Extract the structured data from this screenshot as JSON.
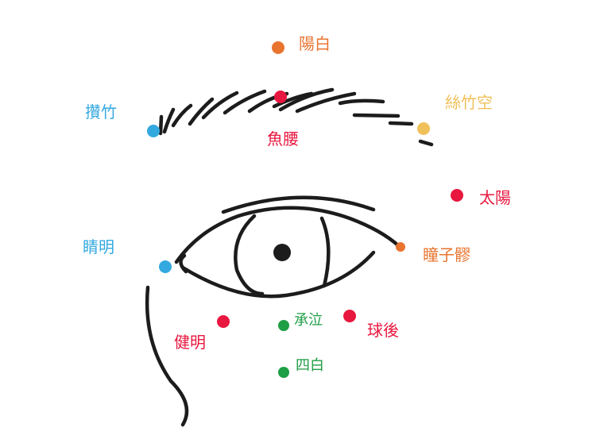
{
  "title_hidden": null,
  "colors": {
    "orange": "#E8742F",
    "red": "#E8173F",
    "blue": "#34A9E0",
    "yellow": "#F0C05A",
    "green": "#1E9E45",
    "line": "#1C1C1C"
  },
  "points": {
    "yangbai": {
      "label": "陽白",
      "color": "#E8742F"
    },
    "cuanzhu": {
      "label": "攢竹",
      "color": "#34A9E0"
    },
    "yuyao": {
      "label": "魚腰",
      "color": "#E8173F"
    },
    "sizhukong": {
      "label": "絲竹空",
      "color": "#F0C05A"
    },
    "taiyang": {
      "label": "太陽",
      "color": "#E8173F"
    },
    "jingming": {
      "label": "睛明",
      "color": "#34A9E0"
    },
    "tongziliao": {
      "label": "瞳子髎",
      "color": "#E8742F"
    },
    "jianming": {
      "label": "健明",
      "color": "#E8173F"
    },
    "chengqi": {
      "label": "承泣",
      "color": "#1E9E45"
    },
    "qiuhou": {
      "label": "球後",
      "color": "#E8173F"
    },
    "sibai": {
      "label": "四白",
      "color": "#1E9E45"
    }
  }
}
